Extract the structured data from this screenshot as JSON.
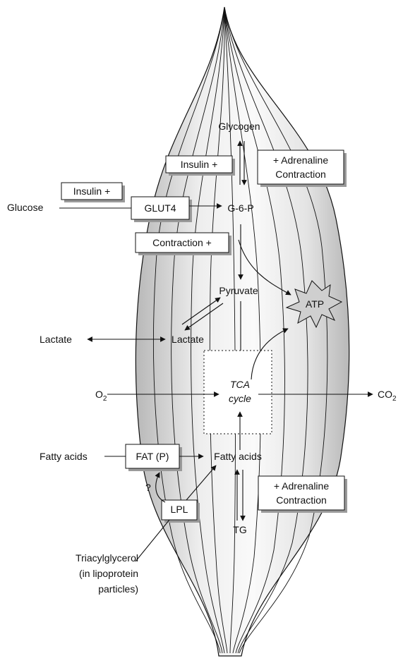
{
  "labels": {
    "glycogen": "Glycogen",
    "insulin_inner": "Insulin +",
    "adrenaline_top_1": "+ Adrenaline",
    "adrenaline_top_2": "Contraction",
    "insulin_outer": "Insulin +",
    "glucose": "Glucose",
    "glut4": "GLUT4",
    "g6p": "G-6-P",
    "contraction": "Contraction +",
    "pyruvate": "Pyruvate",
    "atp": "ATP",
    "lactate_outer": "Lactate",
    "lactate_inner": "Lactate",
    "o2": "O",
    "o2_sub": "2",
    "tca_1": "TCA",
    "tca_2": "cycle",
    "co2": "CO",
    "co2_sub": "2",
    "fatty_acids_outer": "Fatty acids",
    "fat_p": "FAT (P)",
    "fatty_acids_inner": "Fatty acids",
    "question": "?",
    "adrenaline_bottom_1": "+ Adrenaline",
    "adrenaline_bottom_2": "Contraction",
    "lpl": "LPL",
    "tg": "TG",
    "triacylglycerol_1": "Triacylglycerol",
    "triacylglycerol_2": "(in lipoprotein",
    "triacylglycerol_3": "particles)"
  },
  "colors": {
    "muscle_fill": "#d9d9d9",
    "box_shadow": "#9a9a9a",
    "atp_fill": "#cfcfcf",
    "line": "#111111"
  }
}
